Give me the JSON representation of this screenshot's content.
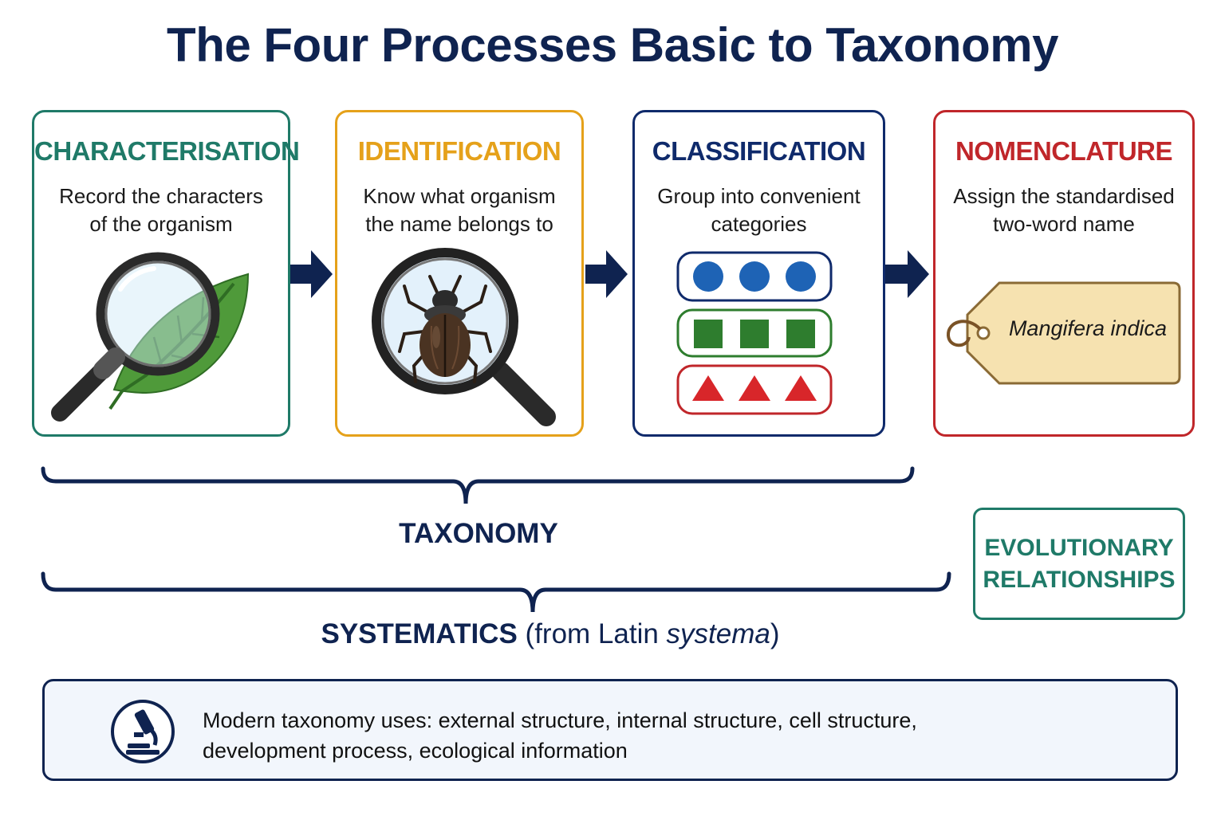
{
  "title": "The Four Processes Basic to Taxonomy",
  "cards": [
    {
      "title": "CHARACTERISATION",
      "desc_lines": [
        "Record the characters",
        "of the organism"
      ],
      "color": "#1f7a68"
    },
    {
      "title": "IDENTIFICATION",
      "desc_lines": [
        "Know what organism",
        "the name belongs to"
      ],
      "color": "#e5a11a"
    },
    {
      "title": "CLASSIFICATION",
      "desc_lines": [
        "Group into convenient",
        "categories"
      ],
      "color": "#0f2a6b"
    },
    {
      "title": "NOMENCLATURE",
      "desc_lines": [
        "Assign the standardised",
        "two-word name"
      ],
      "color": "#c0262a"
    }
  ],
  "tag_label": "Mangifera indica",
  "taxonomy_label": "TAXONOMY",
  "systematics": {
    "main": "SYSTEMATICS",
    "paren_open": "(from Latin ",
    "latin": "systema",
    "paren_close": ")"
  },
  "evolutionary": [
    "EVOLUTIONARY",
    "RELATIONSHIPS"
  ],
  "footer_lines": [
    "Modern taxonomy uses: external structure, internal structure, cell structure,",
    "development process, ecological information"
  ],
  "icons": [
    "magnifier-leaf-icon",
    "magnifier-beetle-icon",
    "grouped-shapes-icon",
    "name-tag-icon",
    "microscope-icon",
    "arrow-right-icon"
  ],
  "colors": {
    "navy": "#0f2350",
    "teal": "#1f7a68",
    "gold": "#e5a11a",
    "red": "#c0262a",
    "blue_dot": "#1e63b5",
    "green_square": "#2e7d2e"
  }
}
